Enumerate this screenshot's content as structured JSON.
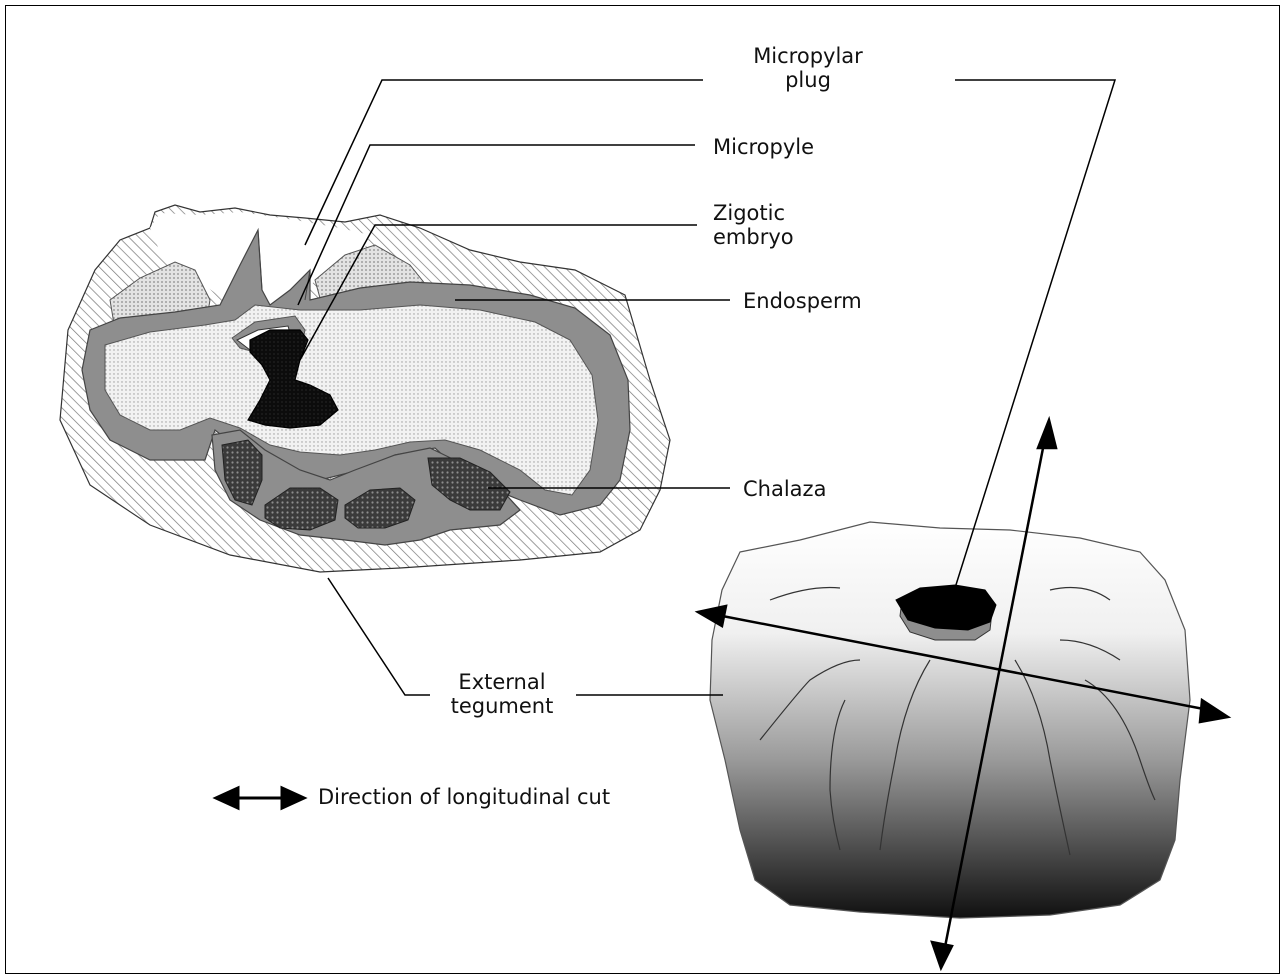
{
  "labels": {
    "micropylar_plug": "Micropylar\nplug",
    "micropyle": "Micropyle",
    "zigotic_embryo": "Zigotic\nembryo",
    "endosperm": "Endosperm",
    "chalaza": "Chalaza",
    "external_tegument": "External\ntegument"
  },
  "legend": {
    "text": "Direction of longitudinal cut"
  }
}
